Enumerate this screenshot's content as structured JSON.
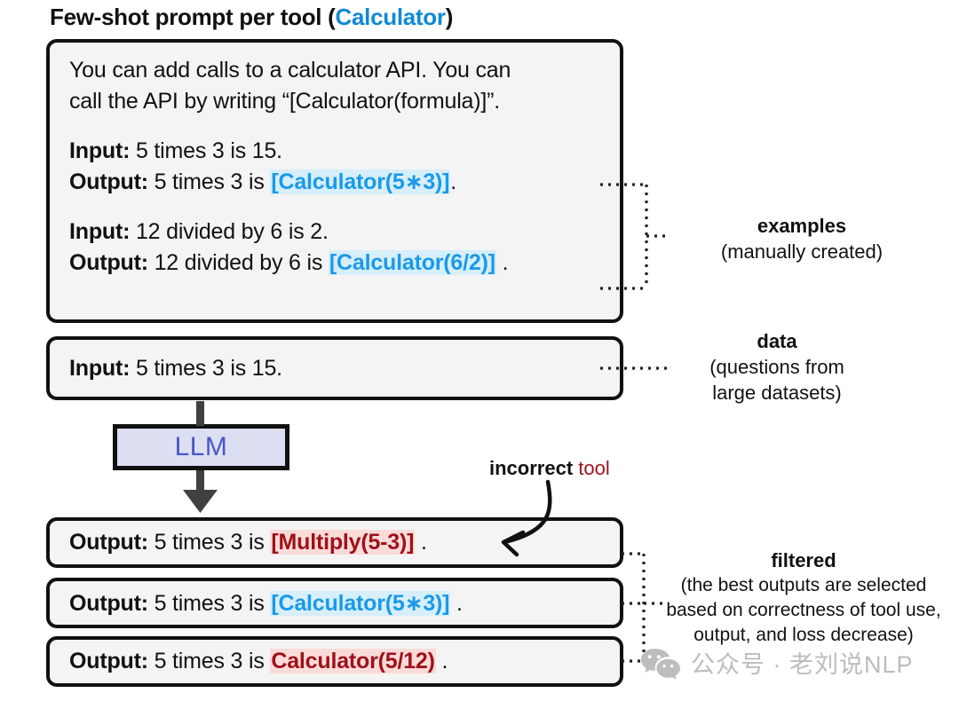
{
  "title": {
    "main": "Few-shot prompt per tool (",
    "lead": "Few-shot prompt per tool",
    "paren_open": " (",
    "tool_name": "Calculator",
    "paren_close": ")"
  },
  "prompt_box": {
    "instruction_line_1": "You can add calls to a calculator API. You can",
    "instruction_line_2": "call the API by writing “[Calculator(formula)]”.",
    "examples": [
      {
        "input_label": "Input:",
        "input_text": " 5 times 3 is 15.",
        "output_label": "Output:",
        "output_prefix": " 5 times 3 is ",
        "output_call": "[Calculator(5∗3)]",
        "output_suffix": "."
      },
      {
        "input_label": "Input:",
        "input_text": " 12 divided by 6 is 2.",
        "output_label": "Output:",
        "output_prefix": " 12 divided by 6 is ",
        "output_call": "[Calculator(6/2)]",
        "output_suffix": " ."
      }
    ]
  },
  "data_box": {
    "label": "Input:",
    "text": " 5 times 3 is 15."
  },
  "llm": {
    "label": "LLM"
  },
  "outputs": [
    {
      "label": "Output:",
      "prefix": " 5 times 3 is ",
      "call": "[Multiply(5-3)]",
      "suffix": " .",
      "call_style": "red"
    },
    {
      "label": "Output:",
      "prefix": " 5 times 3 is ",
      "call": "[Calculator(5∗3)]",
      "suffix": " .",
      "call_style": "blue"
    },
    {
      "label": "Output:",
      "prefix": " 5 times 3 is ",
      "call": "Calculator(5/12)",
      "suffix": " .",
      "call_style": "red"
    }
  ],
  "annotations": {
    "examples": {
      "head": "examples",
      "sub": "(manually created)"
    },
    "data": {
      "head": "data",
      "sub_line_1": "(questions from",
      "sub_line_2": "large datasets)"
    },
    "incorrect": {
      "word_bold": "incorrect",
      "word_red": " tool"
    },
    "filtered": {
      "head": "filtered",
      "sub_line_1": "(the best outputs are selected",
      "sub_line_2": "based on correctness of tool use,",
      "sub_line_3": "output, and loss decrease)"
    }
  },
  "watermark": {
    "icon": "wechat-icon",
    "text": "公众号 · 老刘说NLP"
  },
  "colors": {
    "accent_blue": "#1189d4",
    "call_blue": "#1a9ae8",
    "call_blue_bg": "#d7eefb",
    "call_red": "#9e1118",
    "call_red_bg": "#fadbd9",
    "llm_fill": "#dcdff2",
    "llm_text": "#4b57c4",
    "box_fill": "#f4f4f4",
    "border": "#111111",
    "arrow": "#404040",
    "watermark": "#bdbdbd"
  }
}
